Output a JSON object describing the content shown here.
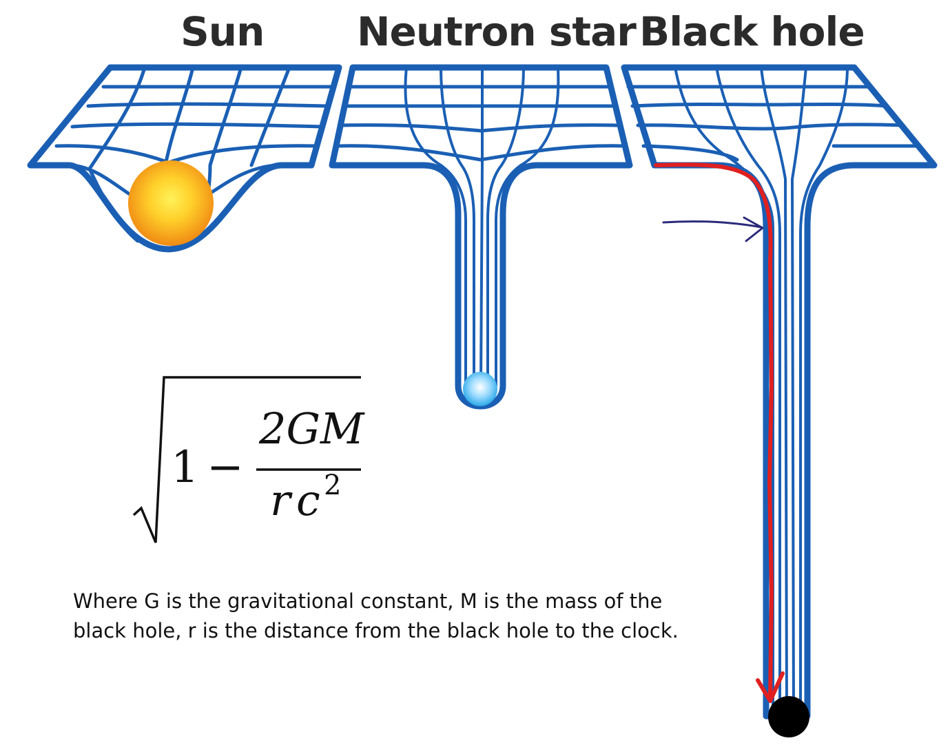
{
  "headings": {
    "sun": "Sun",
    "neutron_star": "Neutron star",
    "black_hole": "Black hole"
  },
  "formula": {
    "one": "1",
    "minus": "−",
    "numerator": "2GM",
    "denominator_r": "r",
    "denominator_c": "c",
    "exponent": "2"
  },
  "caption": {
    "line1": "Where G is the gravitational constant, M is the mass of the",
    "line2": "black hole, r is the distance from the black hole to the clock."
  },
  "colors": {
    "grid_blue": "#1a5fb4",
    "sun_orange": "#f59a1c",
    "sun_yellow": "#fff25a",
    "neutron_blue": "#2aa8e8",
    "black_hole": "#000000",
    "path_red": "#e02020",
    "arrow_navy": "#2a2a7a"
  }
}
